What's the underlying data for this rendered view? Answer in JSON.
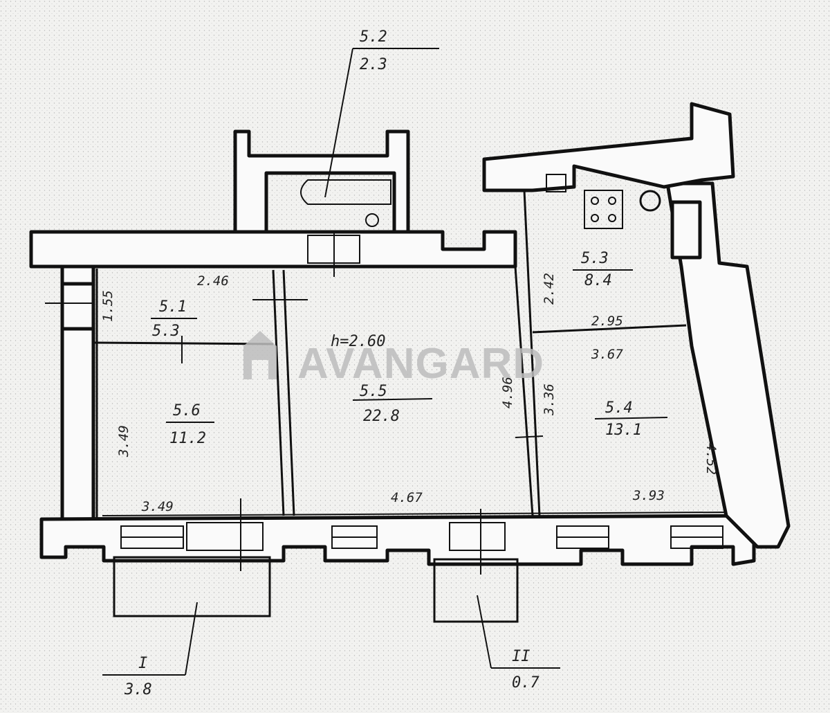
{
  "watermark": {
    "text": "AVANGARD",
    "logo_icon": "a-house-logo-icon"
  },
  "ceiling": "h=2.60",
  "rooms": [
    {
      "id": "5-1",
      "label": "5.1",
      "area": "5.3"
    },
    {
      "id": "5-2",
      "label": "5.2",
      "area": "2.3"
    },
    {
      "id": "5-3",
      "label": "5.3",
      "area": "8.4"
    },
    {
      "id": "5-4",
      "label": "5.4",
      "area": "13.1"
    },
    {
      "id": "5-5",
      "label": "5.5",
      "area": "22.8"
    },
    {
      "id": "5-6",
      "label": "5.6",
      "area": "11.2"
    },
    {
      "id": "balcony-1",
      "label": "I",
      "area": "3.8"
    },
    {
      "id": "balcony-2",
      "label": "II",
      "area": "0.7"
    }
  ],
  "dimensions": {
    "d_2_46": "2.46",
    "d_1_55": "1.55",
    "d_3_49_v": "3.49",
    "d_3_49_h": "3.49",
    "d_4_67": "4.67",
    "d_4_96": "4.96",
    "d_2_42": "2.42",
    "d_2_95": "2.95",
    "d_3_67": "3.67",
    "d_3_36": "3.36",
    "d_4_52": "4.52",
    "d_3_93": "3.93"
  },
  "colors": {
    "ink": "#111111",
    "paper": "#f2f2f0",
    "watermark": "#bdbdbd"
  }
}
